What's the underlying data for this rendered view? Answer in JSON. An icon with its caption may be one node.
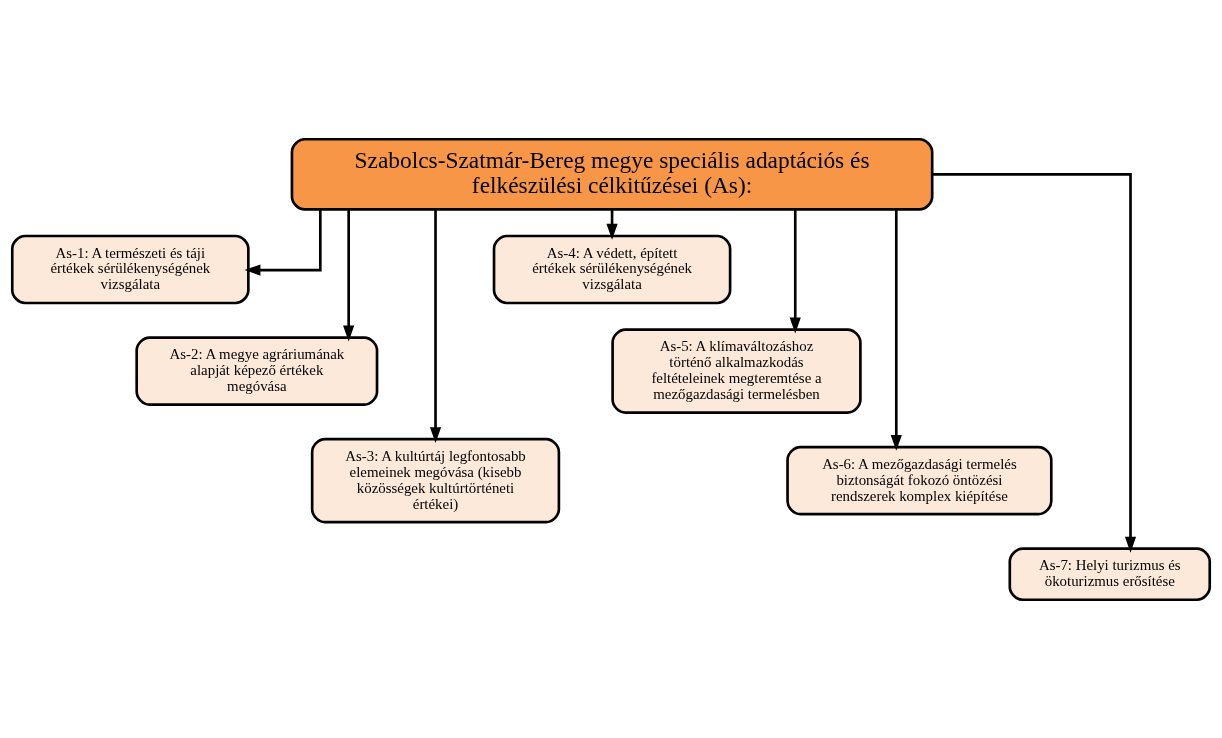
{
  "diagram": {
    "nodes": [
      {
        "text": [
          "Szabolcs-Szatmár-Bereg megye speciális adaptációs és felkészülési célkitűzései (As):"
        ]
      },
      {
        "text": [
          "As-1: A természeti és táji értékek sérülékenységének vizsgálata"
        ]
      },
      {
        "text": [
          "As-2: A megye agráriumának alapját képező értékek megóvása"
        ]
      },
      {
        "text": [
          "As-3: A kultúrtáj legfontosabb elemeinek megóvása (kisebb közösségek kultúrtörténeti értékei)"
        ]
      },
      {
        "text": [
          "As-4: A védett, épített értékek sérülékenységének vizsgálata"
        ]
      },
      {
        "text": [
          "As-5: A klímaváltozáshoz történő alkalmazkodás feltételeinek megteremtése a mezőgazdasági termelésben"
        ]
      },
      {
        "text": [
          "As-6: A mezőgazdasági termelés biztonságát fokozó öntözési rendszerek komplex kiépítése"
        ]
      },
      {
        "text": [
          "As-7: Helyi turizmus és ökoturizmus erősítése"
        ]
      }
    ],
    "edges": [
      {
        "from": 0,
        "to": 1,
        "arrow": "to"
      },
      {
        "from": 0,
        "to": 2,
        "arrow": "to"
      },
      {
        "from": 0,
        "to": 3,
        "arrow": "to"
      },
      {
        "from": 0,
        "to": 4,
        "arrow": "to"
      },
      {
        "from": 0,
        "to": 5,
        "arrow": "to"
      },
      {
        "from": 0,
        "to": 6,
        "arrow": "to"
      },
      {
        "from": 0,
        "to": 7,
        "arrow": "to"
      }
    ]
  }
}
